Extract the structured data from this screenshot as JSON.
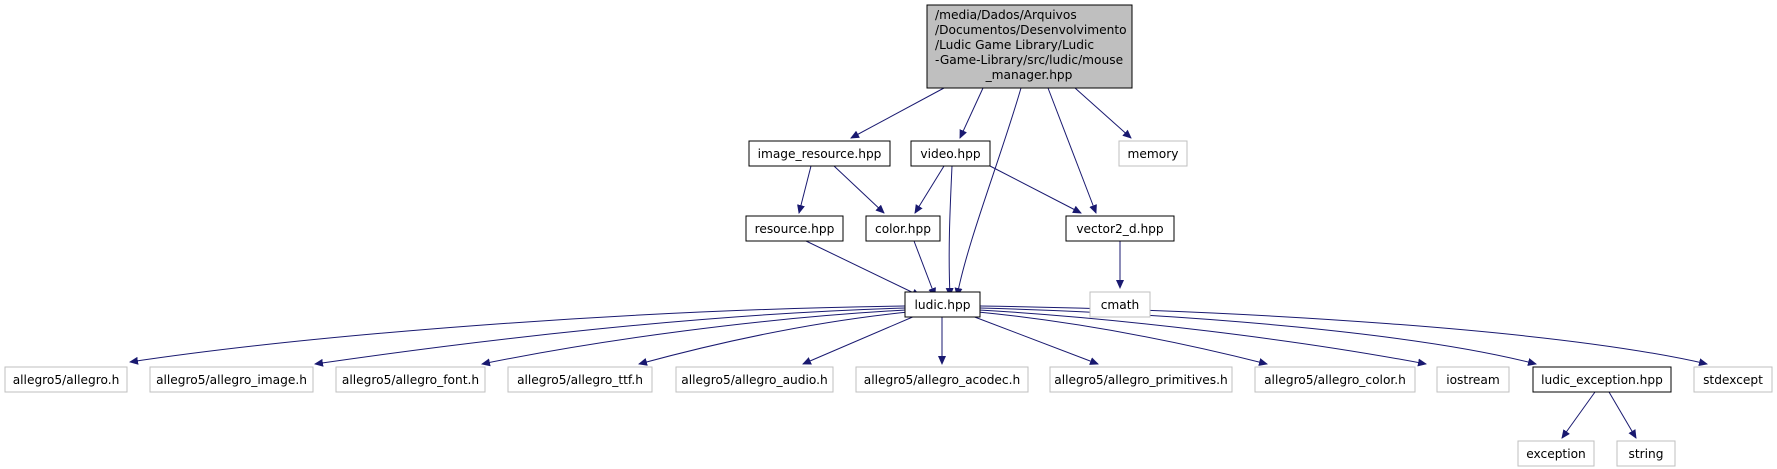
{
  "graph": {
    "root": {
      "lines": [
        "/media/Dados/Arquivos",
        "/Documentos/Desenvolvimento",
        "/Ludic Game Library/Ludic",
        "-Game-Library/src/ludic/mouse",
        "_manager.hpp"
      ]
    },
    "nodes": {
      "image_resource": "image_resource.hpp",
      "video": "video.hpp",
      "memory": "memory",
      "resource": "resource.hpp",
      "color": "color.hpp",
      "vector2_d": "vector2_d.hpp",
      "cmath": "cmath",
      "ludic": "ludic.hpp",
      "allegro": "allegro5/allegro.h",
      "allegro_image": "allegro5/allegro_image.h",
      "allegro_font": "allegro5/allegro_font.h",
      "allegro_ttf": "allegro5/allegro_ttf.h",
      "allegro_audio": "allegro5/allegro_audio.h",
      "allegro_acodec": "allegro5/allegro_acodec.h",
      "allegro_primitives": "allegro5/allegro_primitives.h",
      "allegro_color": "allegro5/allegro_color.h",
      "iostream": "iostream",
      "ludic_exception": "ludic_exception.hpp",
      "stdexcept": "stdexcept",
      "exception": "exception",
      "string": "string"
    },
    "colors": {
      "edge": "#191970",
      "root_fill": "#bfbfbf",
      "local_border": "#000000",
      "system_border": "#bfbfbf"
    }
  }
}
